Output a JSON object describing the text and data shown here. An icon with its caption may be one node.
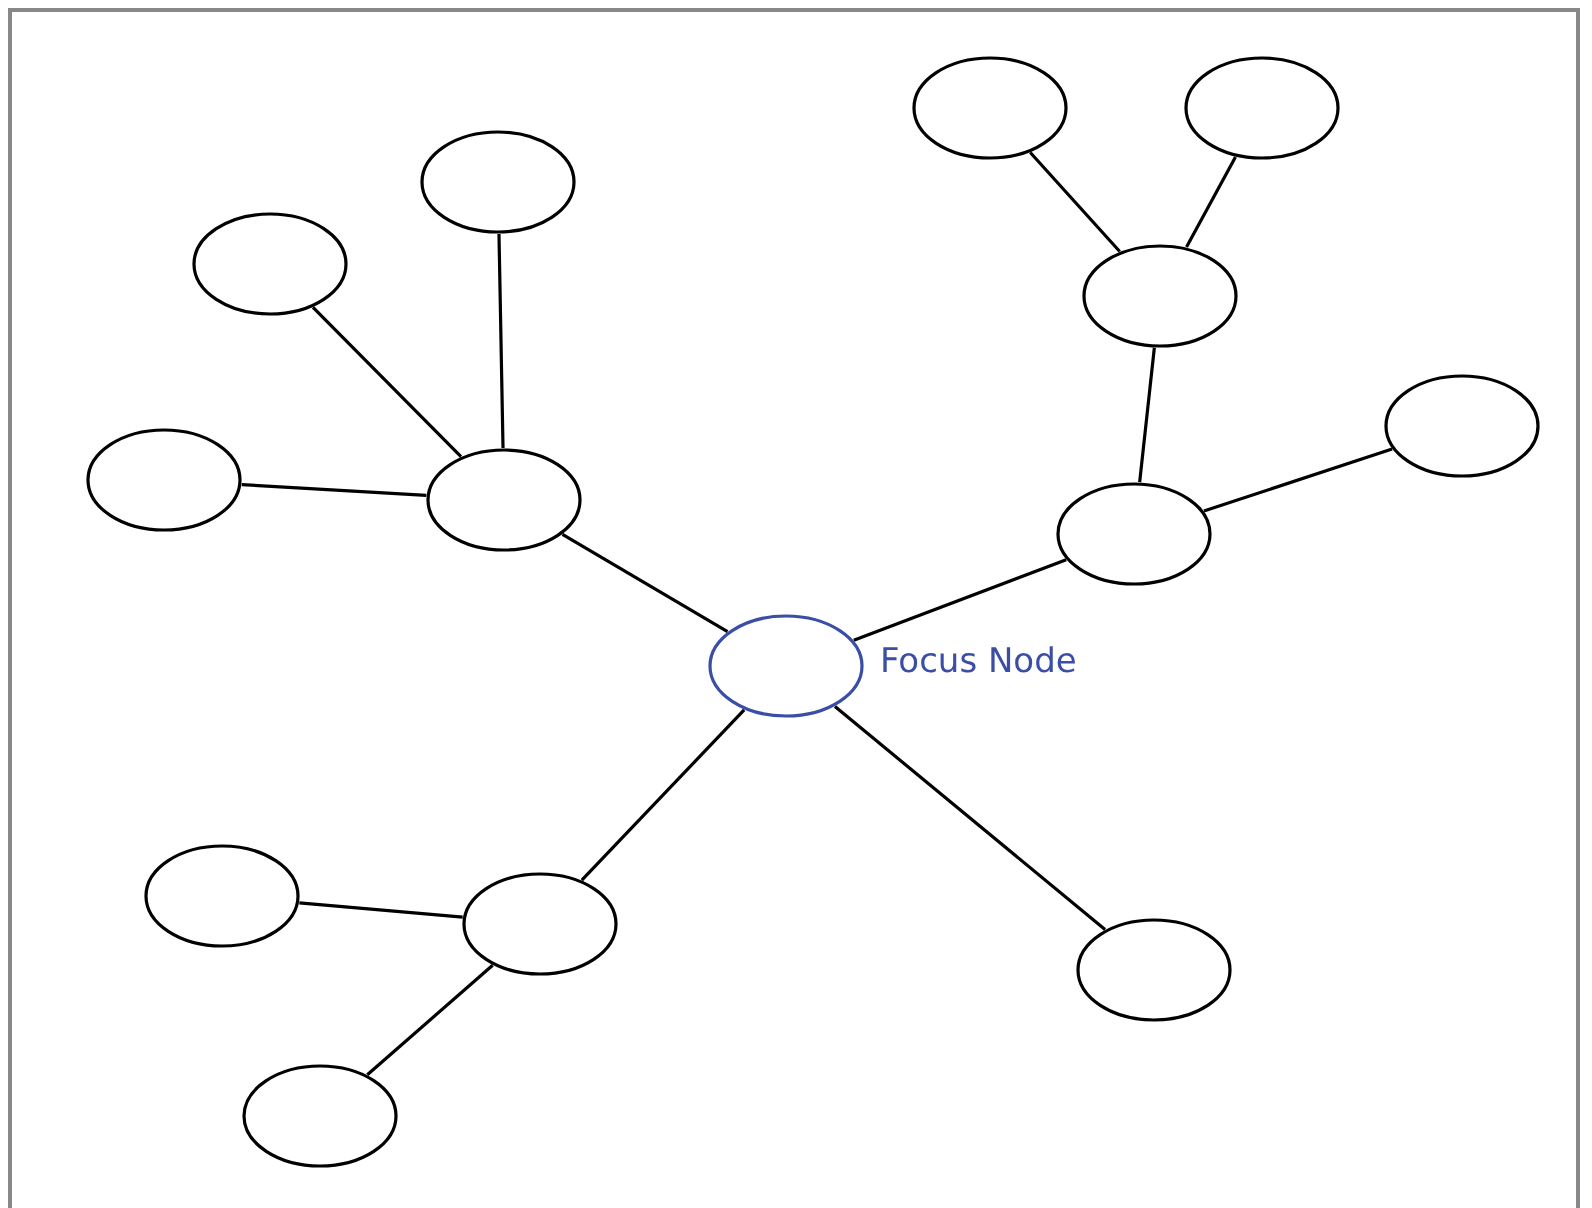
{
  "diagram": {
    "nodes": [
      {
        "text": [],
        "shape": "ellipse"
      },
      {
        "text": [],
        "shape": "ellipse"
      },
      {
        "text": [],
        "shape": "ellipse"
      },
      {
        "text": [],
        "shape": "ellipse"
      },
      {
        "text": [],
        "shape": "ellipse"
      },
      {
        "text": [],
        "shape": "ellipse"
      },
      {
        "text": [],
        "shape": "ellipse"
      },
      {
        "text": [],
        "shape": "ellipse"
      },
      {
        "text": [],
        "shape": "ellipse"
      },
      {
        "text": [
          "Focus Node"
        ]
      },
      {
        "text": [],
        "shape": "ellipse"
      },
      {
        "text": [],
        "shape": "ellipse"
      },
      {
        "text": [],
        "shape": "ellipse"
      },
      {
        "text": [],
        "shape": "ellipse"
      }
    ],
    "edges": [
      {
        "from": 9,
        "to": 7,
        "arrow": "none"
      },
      {
        "from": 7,
        "to": 3,
        "arrow": "none"
      },
      {
        "from": 7,
        "to": 2,
        "arrow": "none"
      },
      {
        "from": 7,
        "to": 6,
        "arrow": "none"
      },
      {
        "from": 9,
        "to": 8,
        "arrow": "none"
      },
      {
        "from": 8,
        "to": 4,
        "arrow": "none"
      },
      {
        "from": 4,
        "to": 0,
        "arrow": "none"
      },
      {
        "from": 4,
        "to": 1,
        "arrow": "none"
      },
      {
        "from": 8,
        "to": 5,
        "arrow": "none"
      },
      {
        "from": 9,
        "to": 11,
        "arrow": "none"
      },
      {
        "from": 11,
        "to": 10,
        "arrow": "none"
      },
      {
        "from": 11,
        "to": 13,
        "arrow": "none"
      },
      {
        "from": 9,
        "to": 12,
        "arrow": "none"
      }
    ]
  }
}
